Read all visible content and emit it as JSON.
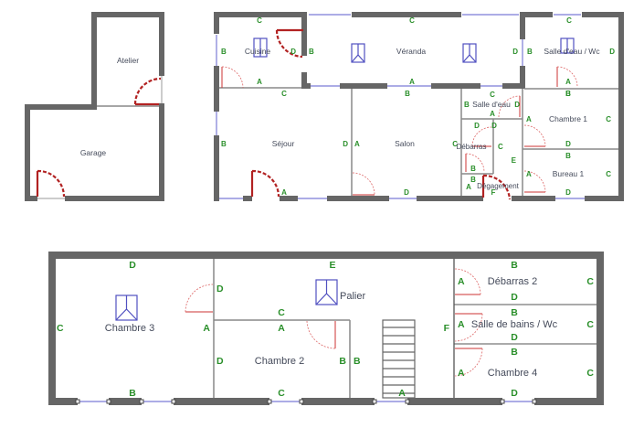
{
  "plans": {
    "outbuilding": {
      "rooms": [
        {
          "name": "Atelier"
        },
        {
          "name": "Garage"
        }
      ]
    },
    "ground_floor": {
      "rooms": [
        {
          "name": "Cuisine",
          "labels": [
            "C",
            "B",
            "D",
            "A",
            "C"
          ]
        },
        {
          "name": "Véranda",
          "labels": [
            "C",
            "B",
            "D",
            "A",
            "B"
          ]
        },
        {
          "name": "Salle d'eau / Wc",
          "labels": [
            "C",
            "B",
            "D",
            "A",
            "B"
          ]
        },
        {
          "name": "Séjour",
          "labels": [
            "C",
            "B",
            "D",
            "A"
          ]
        },
        {
          "name": "Salon",
          "labels": [
            "B",
            "A",
            "C",
            "D"
          ]
        },
        {
          "name": "Salle d'eau",
          "labels": [
            "C",
            "B",
            "D",
            "A"
          ]
        },
        {
          "name": "Débarras",
          "labels": [
            "D",
            "C",
            "A",
            "B"
          ]
        },
        {
          "name": "Dégagement",
          "labels": [
            "D",
            "C",
            "E",
            "B",
            "A",
            "F"
          ]
        },
        {
          "name": "Chambre 1",
          "labels": [
            "B",
            "A",
            "C",
            "D"
          ]
        },
        {
          "name": "Bureau 1",
          "labels": [
            "B",
            "A",
            "C",
            "D"
          ]
        }
      ]
    },
    "first_floor": {
      "rooms": [
        {
          "name": "Chambre 3",
          "labels": [
            "D",
            "C",
            "A",
            "B"
          ]
        },
        {
          "name": "Palier",
          "labels": [
            "E",
            "D",
            "C",
            "F",
            "B",
            "A"
          ]
        },
        {
          "name": "Chambre 2",
          "labels": [
            "A",
            "D",
            "B",
            "C"
          ]
        },
        {
          "name": "Débarras 2",
          "labels": [
            "B",
            "A",
            "C",
            "D"
          ]
        },
        {
          "name": "Salle de bains / Wc",
          "labels": [
            "B",
            "A",
            "C",
            "D"
          ]
        },
        {
          "name": "Chambre 4",
          "labels": [
            "B",
            "A",
            "C",
            "D"
          ]
        }
      ]
    }
  },
  "colors": {
    "wall": "#666666",
    "window": "#7b7bd6",
    "door": "#b22222",
    "wall_label": "#2a8f2a",
    "room_text": "#444a5a"
  }
}
